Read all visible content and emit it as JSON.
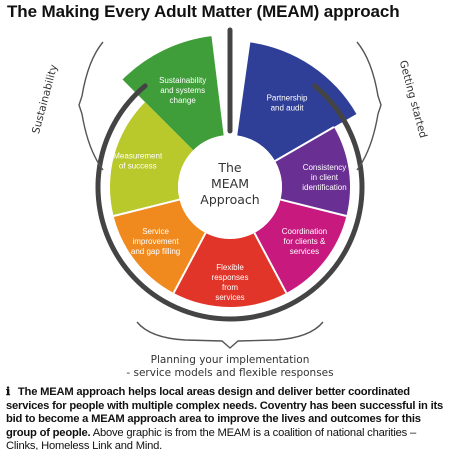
{
  "title": "The Making Every Adult Matter (MEAM) approach",
  "center": [
    "The",
    "MEAM",
    "Approach"
  ],
  "segments": [
    {
      "lines": [
        "Sustainability",
        "and systems",
        "change"
      ],
      "color": "#3f9e3a"
    },
    {
      "lines": [
        "Partnership",
        "and audit"
      ],
      "color": "#2f3f97"
    },
    {
      "lines": [
        "Consistency",
        "in client",
        "identification"
      ],
      "color": "#6a2f93"
    },
    {
      "lines": [
        "Coordination",
        "for clients &",
        "services"
      ],
      "color": "#c8197f"
    },
    {
      "lines": [
        "Flexible",
        "responses",
        "from",
        "services"
      ],
      "color": "#e2352a"
    },
    {
      "lines": [
        "Service",
        "improvement",
        "and gap filling"
      ],
      "color": "#f08a1e"
    },
    {
      "lines": [
        "Measurement",
        "of success"
      ],
      "color": "#b9c82a"
    }
  ],
  "sides": {
    "left": "Sustainability",
    "right": "Getting started"
  },
  "planning": {
    "line1": "Planning your implementation",
    "line2": "- service models and flexible responses"
  },
  "caption": {
    "icon": "information-icon",
    "bold_text": "The MEAM approach helps local areas design and deliver better coordinated services for people with multiple complex needs. Coventry has been successful in its bid to become a MEAM approach area to improve the lives and outcomes for this group of people.",
    "plain_text": "Above graphic is from the MEAM is a coalition of national charities – Clinks, Homeless Link and Mind."
  }
}
